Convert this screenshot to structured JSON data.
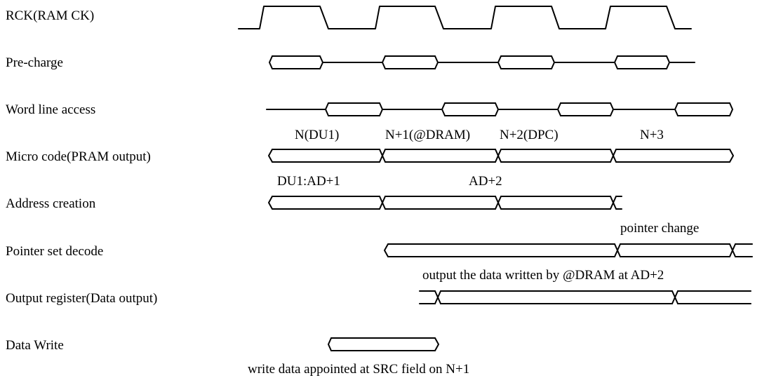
{
  "signals": [
    {
      "id": "rck",
      "label": "RCK(RAM CK)"
    },
    {
      "id": "precharge",
      "label": "Pre-charge"
    },
    {
      "id": "wordline",
      "label": "Word line access"
    },
    {
      "id": "microcode",
      "label": "Micro code(PRAM output)"
    },
    {
      "id": "address",
      "label": "Address creation"
    },
    {
      "id": "pointer",
      "label": "Pointer set decode"
    },
    {
      "id": "outreg",
      "label": "Output register(Data output)"
    },
    {
      "id": "datawrite",
      "label": "Data Write"
    }
  ],
  "annotations": {
    "n_du1": "N(DU1)",
    "n1_dram": "N+1(@DRAM)",
    "n2_dpc": "N+2(DPC)",
    "n3": "N+3",
    "du1_ad1": "DU1:AD+1",
    "ad2": "AD+2",
    "pointer_change": "pointer change",
    "output_note": "output the data written by @DRAM at AD+2",
    "write_note": "write data appointed at SRC field on N+1"
  }
}
